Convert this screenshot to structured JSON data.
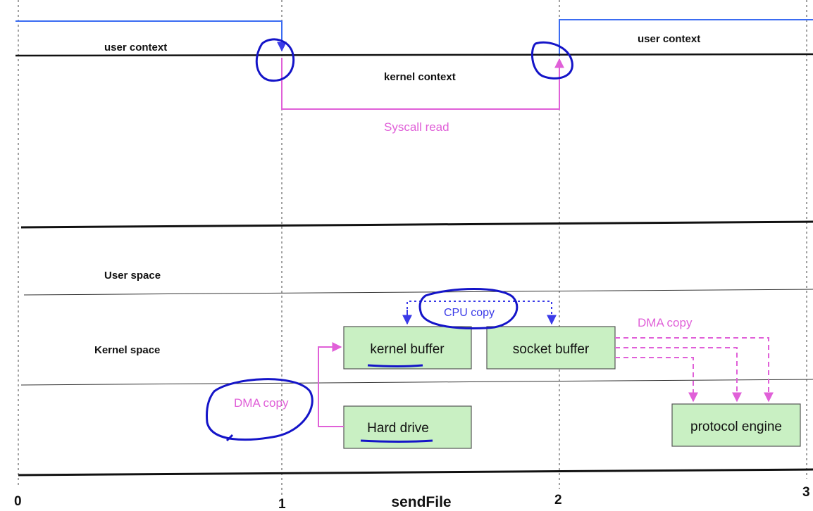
{
  "top": {
    "user_context_left": "user context",
    "user_context_right": "user context",
    "kernel_context": "kernel context",
    "syscall": "Syscall read"
  },
  "spaces": {
    "user_space": "User space",
    "kernel_space": "Kernel  space"
  },
  "boxes": {
    "kernel_buffer": "kernel buffer",
    "socket_buffer": "socket buffer",
    "hard_drive": "Hard drive",
    "protocol_engine": "protocol engine"
  },
  "copies": {
    "cpu_copy": "CPU copy",
    "dma_copy_left": "DMA copy",
    "dma_copy_right": "DMA copy"
  },
  "axis": {
    "tick_0": "0",
    "tick_1": "1",
    "tick_2": "2",
    "tick_3": "3",
    "caption": "sendFile"
  },
  "colors": {
    "user_line": "#3b6cf2",
    "pink": "#e060d8",
    "blue": "#3a3ae8",
    "annotation": "#1414c8",
    "box_fill": "#c9f0c3"
  }
}
